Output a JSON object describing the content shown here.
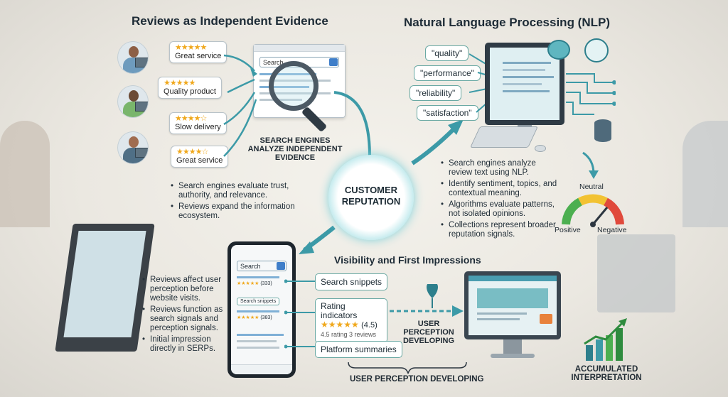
{
  "sections": {
    "reviews_title": "Reviews as Independent Evidence",
    "nlp_title": "Natural Language Processing (NLP)",
    "visibility_title": "Visibility and First Impressions",
    "center": "CUSTOMER REPUTATION"
  },
  "reviews": [
    {
      "stars": "★★★★★",
      "text": "Great service"
    },
    {
      "stars": "★★★★★",
      "text": "Quality product"
    },
    {
      "stars": "★★★★☆",
      "text": "Slow delivery"
    },
    {
      "stars": "★★★★☆",
      "text": "Great service"
    }
  ],
  "search": {
    "placeholder": "Search",
    "caption": "SEARCH ENGINES ANALYZE INDEPENDENT EVIDENCE"
  },
  "left_bullets": [
    "Search engines evaluate trust, authority, and relevance.",
    "Reviews expand the information ecosystem."
  ],
  "nlp_keywords": [
    "\"quality\"",
    "\"performance\"",
    "\"reliability\"",
    "\"satisfaction\""
  ],
  "nlp_bullets": [
    "Search engines analyze review text using NLP.",
    "Identify sentiment, topics, and contextual meaning.",
    "Algorithms evaluate patterns, not isolated opinions.",
    "Collections represent broader reputation signals."
  ],
  "gauge": {
    "neutral": "Neutral",
    "positive": "Positive",
    "negative": "Negative"
  },
  "phone": {
    "search": "Search",
    "snippet_tag": "Search snippets",
    "row1_stars": "★★★★★",
    "row1_count": "(333)",
    "row2_stars": "★★★★★",
    "row2_count": "(383)"
  },
  "visibility_bullets": [
    "Reviews affect user perception before website visits.",
    "Reviews function as search signals and perception signals.",
    "Initial impression directly in SERPs."
  ],
  "callouts": {
    "search_snippets": "Search snippets",
    "rating_title": "Rating indicators",
    "rating_stars": "★★★★★",
    "rating_value": "(4.5)",
    "rating_sub": "4.5 rating 3 reviews",
    "platform_summaries": "Platform summaries"
  },
  "perception_label": "USER PERCEPTION DEVELOPING",
  "perception_bottom": "USER PERCEPTION DEVELOPING",
  "accumulated": "ACCUMULATED INTERPRETATION",
  "colors": {
    "teal": "#3c9aa7",
    "star": "#f0a81c",
    "center_ring": "#5fb6c0"
  }
}
